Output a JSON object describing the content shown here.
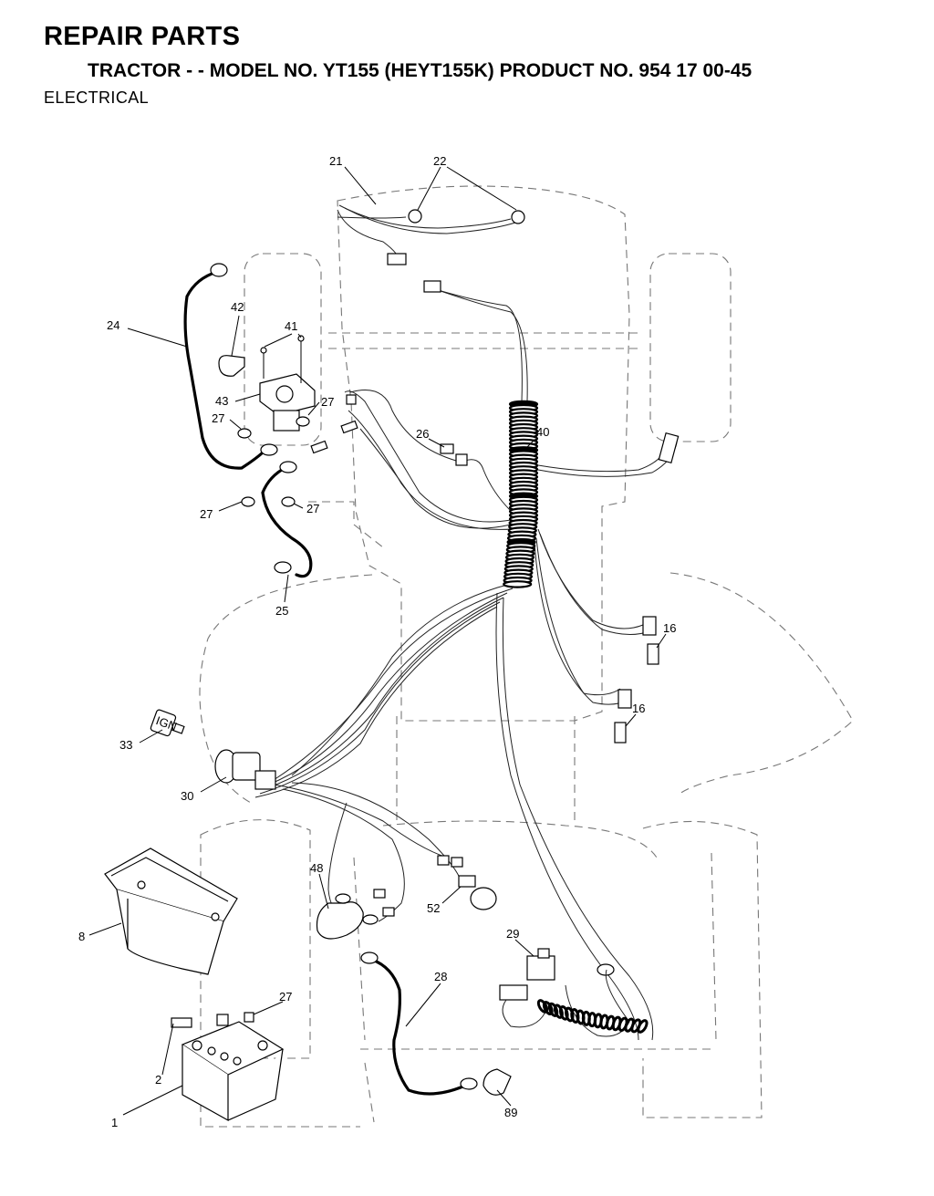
{
  "header": {
    "title": "REPAIR PARTS",
    "subtitle": "TRACTOR - - MODEL NO. YT155 (HEYT155K) PRODUCT NO. 954 17 00-45",
    "section": "ELECTRICAL"
  },
  "callouts": {
    "c21": "21",
    "c22": "22",
    "c42": "42",
    "c41": "41",
    "c24": "24",
    "c43": "43",
    "c27a": "27",
    "c27b": "27",
    "c27c": "27",
    "c27d": "27",
    "c27e": "27",
    "c26": "26",
    "c40": "40",
    "c25": "25",
    "c16a": "16",
    "c16b": "16",
    "c33": "33",
    "c30": "30",
    "c48": "48",
    "c52": "52",
    "c29": "29",
    "c8": "8",
    "c28": "28",
    "c2": "2",
    "c1": "1",
    "c89": "89"
  },
  "key_text": "IGN",
  "colors": {
    "ink": "#000000",
    "outline": "#777777"
  }
}
